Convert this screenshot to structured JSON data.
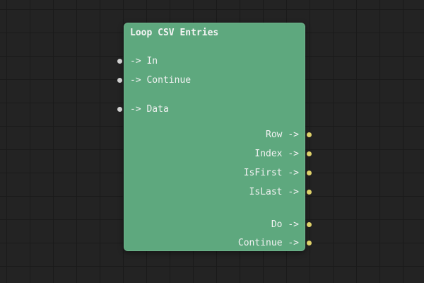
{
  "canvas": {
    "background_color": "#232323",
    "grid_line_color": "#1a1a1a"
  },
  "node": {
    "title": "Loop CSV Entries",
    "body_color": "#5ea87e",
    "input_pin_color": "#cfcfcf",
    "output_pin_color": "#ddd06a",
    "inputs": [
      {
        "label": "-> In"
      },
      {
        "label": "-> Continue"
      },
      {
        "label": "-> Data"
      }
    ],
    "outputs": [
      {
        "label": "Row ->"
      },
      {
        "label": "Index ->"
      },
      {
        "label": "IsFirst ->"
      },
      {
        "label": "IsLast ->"
      },
      {
        "label": "Do ->"
      },
      {
        "label": "Continue ->"
      }
    ]
  }
}
